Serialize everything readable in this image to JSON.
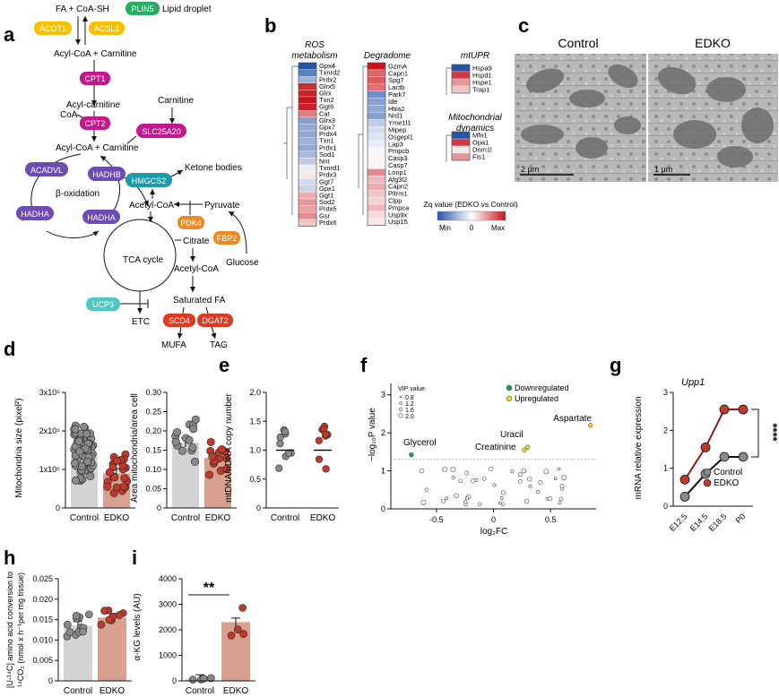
{
  "panel_letters": [
    "a",
    "b",
    "c",
    "d",
    "e",
    "f",
    "g",
    "h",
    "i"
  ],
  "colors": {
    "control_bar": "#d3d3d3",
    "edko_bar": "#d7a08f",
    "control_dot": "#8a8a8a",
    "edko_dot": "#c0392b",
    "enzyme_yellow": "#f5c000",
    "enzyme_magenta": "#c2188c",
    "enzyme_purple": "#6c4bb4",
    "enzyme_teal": "#1b9aa8",
    "enzyme_orange": "#f08a1e",
    "enzyme_red": "#dd3a1f",
    "enzyme_green": "#27ae60",
    "enzyme_lightteal": "#4ec7c0"
  },
  "a": {
    "metabolites": {
      "fa_coash": "FA + CoA-SH",
      "lipid_droplet": "Lipid droplet",
      "acyl_coa_carnitine_1": "Acyl-CoA + Carnitine",
      "acyl_carnitine": "Acyl-carnitine",
      "coa": "CoA",
      "carnitine": "Carnitine",
      "acyl_coa_carnitine_2": "Acyl-CoA + Carnitine",
      "beta_oxidation": "β-oxidation",
      "ketone_bodies": "Ketone bodies",
      "acetyl_coa_1": "Acetyl-CoA",
      "pyruvate": "Pyruvate",
      "glucose": "Glucose",
      "citrate": "Citrate",
      "tca_cycle": "TCA cycle",
      "acetyl_coa_2": "Acetyl-CoA",
      "saturated_fa": "Saturated FA",
      "etc": "ETC",
      "mufa": "MUFA",
      "tag": "TAG"
    },
    "enzymes": {
      "plin5": "PLIN5",
      "acot1": "ACOT1",
      "acsl1": "ACSL1",
      "cpt1": "CPT1",
      "cpt2": "CPT2",
      "slc25a20": "SLC25A20",
      "acadvl": "ACADVL",
      "hadhb": "HADHB",
      "hadha_1": "HADHA",
      "hadha_2": "HADHA",
      "hmgcs2": "HMGCS2",
      "pdk4": "PDK4",
      "fbp2": "FBP2",
      "ucp3": "UCP3",
      "scd4": "SCD4",
      "dgat2": "DGAT2"
    }
  },
  "b": {
    "legend_title": "Zq value (EDKO vs Control)",
    "legend_ticks": [
      "Min",
      "0",
      "Max"
    ],
    "ros": {
      "title_1": "ROS",
      "title_2": "metabolism",
      "genes": [
        "Gpx4",
        "Txnrd2",
        "Prdx2",
        "Glrx5",
        "Glrx",
        "Txn2",
        "Ggt6",
        "Cat",
        "Glrx3",
        "Gpx7",
        "Prdx4",
        "Txn1",
        "Prdx1",
        "Sod1",
        "Nnt",
        "Txnrd1",
        "Prdx3",
        "Ggt7",
        "Gpx1",
        "Ggt1",
        "Sod2",
        "Prdx5",
        "Gsr",
        "Prdx6"
      ],
      "values": [
        -1,
        -0.75,
        -0.45,
        0.9,
        0.95,
        1,
        0.95,
        0.55,
        -0.55,
        -0.5,
        -0.5,
        -0.45,
        -0.5,
        -0.4,
        -0.3,
        -0.1,
        0.1,
        -0.2,
        -0.25,
        0.35,
        0.45,
        0.4,
        0.5,
        0.25
      ]
    },
    "degradome": {
      "title": "Degradome",
      "genes": [
        "GzmA",
        "Capn1",
        "Spg7",
        "Lactb",
        "Park7",
        "Ide",
        "Htra2",
        "Nrd1",
        "Yme1l1",
        "Mipep",
        "Osgepl1",
        "Lap3",
        "Pmpcb",
        "Casp3",
        "Casp7",
        "Lonp1",
        "Afg3l2",
        "Capn2",
        "Pitrm1",
        "Clpp",
        "Pmpca",
        "Usp9x",
        "Usp15"
      ],
      "values": [
        1,
        0.65,
        0.7,
        0.6,
        -0.65,
        -0.55,
        -0.5,
        -0.55,
        -0.3,
        -0.2,
        -0.15,
        -0.1,
        -0.05,
        0.05,
        -0.05,
        0.5,
        0.3,
        0.35,
        0.25,
        0.2,
        0.3,
        0.15,
        0.1
      ]
    },
    "mtupr": {
      "title": "mtUPR",
      "genes": [
        "Hspa9",
        "Hspd1",
        "Hspe1",
        "Trap1"
      ],
      "values": [
        -1,
        0.85,
        0.45,
        0.25
      ]
    },
    "dynamics": {
      "title_1": "Mitochondrial",
      "title_2": "dynamics",
      "genes": [
        "Mfn1",
        "Opa1",
        "Dnm1l",
        "Fis1"
      ],
      "values": [
        -1,
        0.85,
        0.1,
        0.45
      ]
    }
  },
  "c": {
    "control_label": "Control",
    "edko_label": "EDKO",
    "scale_control": "2 μm",
    "scale_edko": "1 μm"
  },
  "d": {
    "chart_data": [
      {
        "type": "bar",
        "categories": [
          "Control",
          "EDKO"
        ],
        "values": [
          140000,
          90000
        ],
        "ylabel": "Mitochondria size (pixel²)",
        "ylim": [
          0,
          300000
        ],
        "yticks": [
          "0",
          "1x10⁵",
          "2x10⁵",
          "3x10⁵"
        ]
      },
      {
        "type": "bar",
        "categories": [
          "Control",
          "EDKO"
        ],
        "values": [
          0.17,
          0.13
        ],
        "ylabel": "Area mitochondria/area cell",
        "ylim": [
          0,
          0.3
        ],
        "yticks": [
          "0",
          "0.05",
          "0.10",
          "0.15",
          "0.20",
          "0.25",
          "0.30"
        ]
      }
    ]
  },
  "e": {
    "chart_data": {
      "type": "scatter",
      "categories": [
        "Control",
        "EDKO"
      ],
      "means": [
        1.0,
        1.0
      ],
      "ylabel": "mtDNA/nDNA copy number",
      "ylim": [
        0,
        2.0
      ],
      "yticks": [
        "0",
        "0.5",
        "1.0",
        "1.5",
        "2.0"
      ]
    }
  },
  "f": {
    "chart_data": {
      "type": "scatter",
      "xlabel": "log₂FC",
      "ylabel": "−log₁₀P value",
      "xticks": [
        "-0.5",
        "0",
        "0.5"
      ],
      "yticks": [
        "0",
        "1",
        "2",
        "3"
      ],
      "xlim": [
        -0.9,
        0.9
      ],
      "ylim": [
        0,
        3.3
      ],
      "significance_threshold": 1.3,
      "legend_vip_title": "VIP value",
      "legend_vip": [
        "0.8",
        "1.2",
        "1.6",
        "2.0"
      ],
      "legend_groups": [
        "Downregulated",
        "Upregulated"
      ],
      "labeled": [
        {
          "name": "Glycerol",
          "x": -0.72,
          "y": 1.42,
          "group": "Downregulated"
        },
        {
          "name": "Aspartate",
          "x": 0.85,
          "y": 2.2,
          "group": "Upregulated"
        },
        {
          "name": "Uracil",
          "x": 0.3,
          "y": 1.62,
          "group": "Upregulated"
        },
        {
          "name": "Creatinine",
          "x": 0.27,
          "y": 1.55,
          "group": "Upregulated"
        }
      ]
    }
  },
  "g": {
    "chart_data": {
      "type": "line",
      "title": "Upp1",
      "categories": [
        "E12.5",
        "E14.5",
        "E18.5",
        "P0"
      ],
      "series": [
        {
          "name": "Control",
          "values": [
            0.25,
            0.85,
            1.3,
            1.3
          ]
        },
        {
          "name": "EDKO",
          "values": [
            0.7,
            1.55,
            2.55,
            2.55
          ]
        }
      ],
      "ylabel": "mRNA relative expression",
      "ylim": [
        0,
        3
      ],
      "yticks": [
        "0",
        "1",
        "2",
        "3"
      ],
      "significance": "****"
    }
  },
  "h": {
    "chart_data": {
      "type": "bar",
      "categories": [
        "Control",
        "EDKO"
      ],
      "values": [
        0.0135,
        0.0155
      ],
      "ylabel_1": "[U-¹⁴C] amino acid conversion to",
      "ylabel_2": "¹⁴CO₂ (nmol x h⁻¹per mg tissue)",
      "ylim": [
        0,
        0.025
      ],
      "yticks": [
        "0",
        "0.005",
        "0.010",
        "0.015",
        "0.020",
        "0.025"
      ]
    }
  },
  "i": {
    "chart_data": {
      "type": "bar",
      "categories": [
        "Control",
        "EDKO"
      ],
      "values": [
        80,
        2300
      ],
      "ylabel": "α-KG levels (AU)",
      "ylim": [
        0,
        4000
      ],
      "yticks": [
        "0",
        "1000",
        "2000",
        "3000",
        "4000"
      ],
      "significance": "**"
    }
  }
}
